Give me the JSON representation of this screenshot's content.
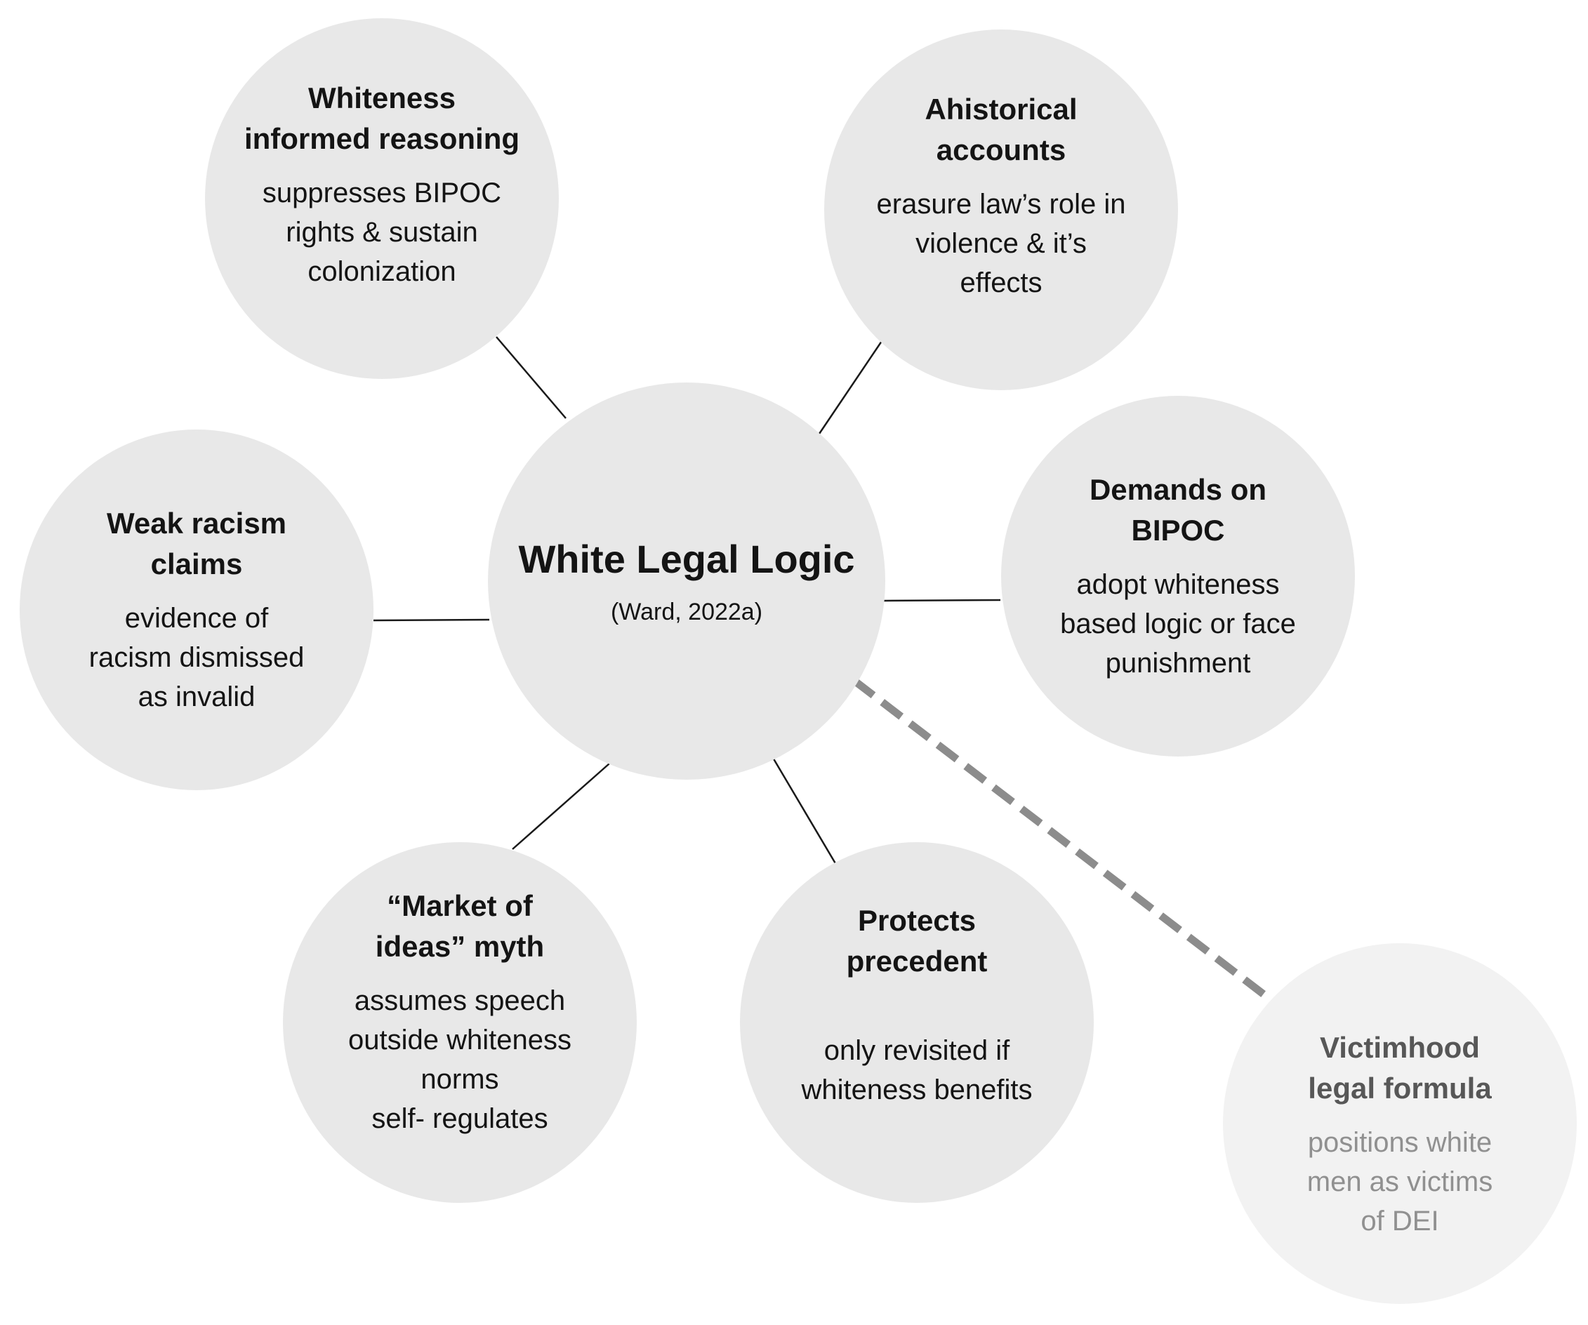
{
  "center": {
    "title": "White Legal Logic",
    "citation": "(Ward, 2022a)"
  },
  "nodes": {
    "whiteness": {
      "title": "Whiteness\ninformed  reasoning",
      "description": "suppresses BIPOC\nrights & sustain\ncolonization"
    },
    "ahistorical": {
      "title": "Ahistorical\naccounts",
      "description": "erasure law’s role in\nviolence & it’s\neffects"
    },
    "demands": {
      "title": "Demands on\nBIPOC",
      "description": "adopt whiteness\nbased logic or face\npunishment"
    },
    "weak_racism": {
      "title": "Weak racism\nclaims",
      "description": "evidence of\nracism dismissed\nas invalid"
    },
    "market": {
      "title": "“Market of\nideas” myth",
      "description": "assumes speech\noutside whiteness\nnorms\nself- regulates"
    },
    "precedent": {
      "title": "Protects\nprecedent",
      "description": "only revisited if\nwhiteness benefits"
    },
    "victimhood": {
      "title": "Victimhood\nlegal formula",
      "description": "positions white\nmen as victims\nof DEI"
    }
  },
  "colors": {
    "circle_fill": "#e8e8e8",
    "faded_circle_fill": "#f2f2f2",
    "connector": "#1a1a1a",
    "dashed_connector": "#8c8c8c",
    "text": "#141414",
    "faded_title": "#575757",
    "faded_text": "#909090"
  }
}
